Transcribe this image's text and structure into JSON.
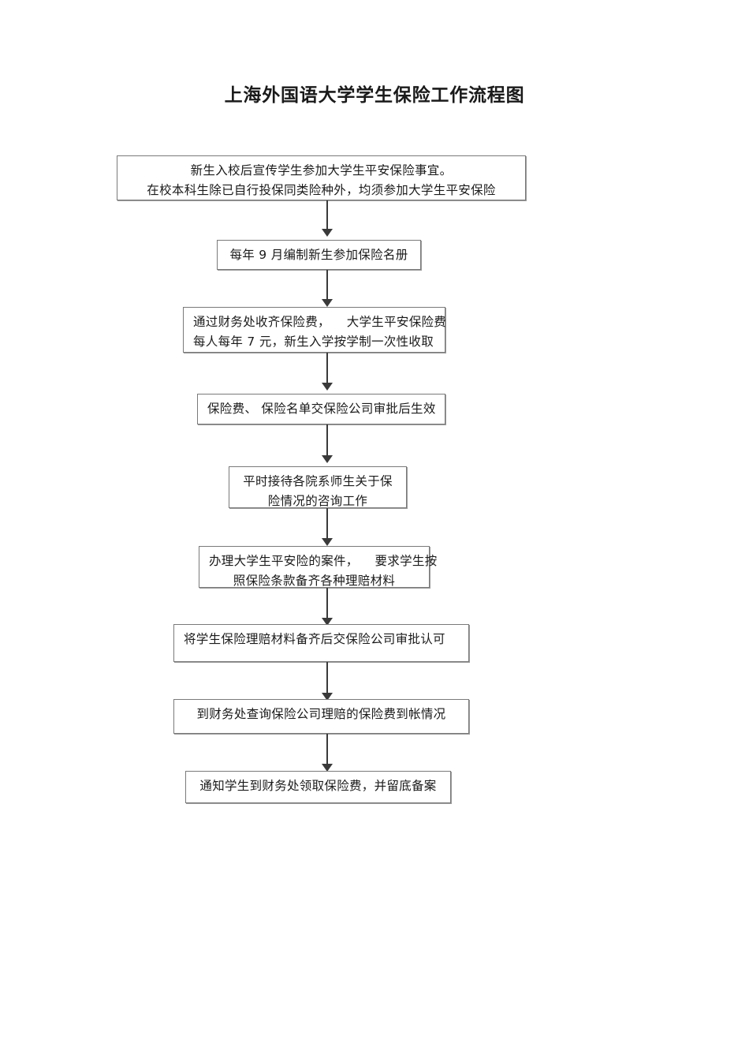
{
  "document": {
    "title": "上海外国语大学学生保险工作流程图"
  },
  "chart_data": {
    "type": "diagram",
    "diagram_kind": "flowchart",
    "orientation": "top-to-bottom",
    "title": "上海外国语大学学生保险工作流程图",
    "node_count": 9,
    "connector_count": 8,
    "nodes": [
      {
        "id": "step-1",
        "lines": [
          "新生入校后宣传学生参加大学生平安保险事宜。",
          "在校本科生除已自行投保同类险种外，均须参加大学生平安保险"
        ]
      },
      {
        "id": "step-2",
        "lines": [
          "每年 9 月编制新生参加保险名册"
        ]
      },
      {
        "id": "step-3",
        "lines": [
          "通过财务处收齐保险费，    大学生平安保险费",
          "每人每年 7 元，新生入学按学制一次性收取"
        ]
      },
      {
        "id": "step-4",
        "lines": [
          "保险费、 保险名单交保险公司审批后生效"
        ]
      },
      {
        "id": "step-5",
        "lines": [
          "平时接待各院系师生关于保",
          "险情况的咨询工作"
        ]
      },
      {
        "id": "step-6",
        "lines": [
          "办理大学生平安险的案件，    要求学生按",
          "照保险条款备齐各种理赔材料"
        ]
      },
      {
        "id": "step-7",
        "lines": [
          "将学生保险理赔材料备齐后交保险公司审批认可"
        ]
      },
      {
        "id": "step-8",
        "lines": [
          "到财务处查询保险公司理赔的保险费到帐情况"
        ]
      },
      {
        "id": "step-9",
        "lines": [
          "通知学生到财务处领取保险费，并留底备案"
        ]
      }
    ],
    "edges": [
      {
        "from": "step-1",
        "to": "step-2",
        "style": "solid-arrow-down"
      },
      {
        "from": "step-2",
        "to": "step-3",
        "style": "solid-arrow-down"
      },
      {
        "from": "step-3",
        "to": "step-4",
        "style": "solid-arrow-down"
      },
      {
        "from": "step-4",
        "to": "step-5",
        "style": "solid-arrow-down"
      },
      {
        "from": "step-5",
        "to": "step-6",
        "style": "solid-arrow-down"
      },
      {
        "from": "step-6",
        "to": "step-7",
        "style": "solid-arrow-down"
      },
      {
        "from": "step-7",
        "to": "step-8",
        "style": "solid-arrow-down"
      },
      {
        "from": "step-8",
        "to": "step-9",
        "style": "solid-arrow-down"
      }
    ],
    "colors": {
      "page_background": "#ffffff",
      "box_border": "#7a7a7a",
      "box_shadow": "#9a9a9a",
      "box_fill": "#ffffff",
      "connector": "#3a3a3a",
      "text": "#1a1a1a"
    }
  }
}
